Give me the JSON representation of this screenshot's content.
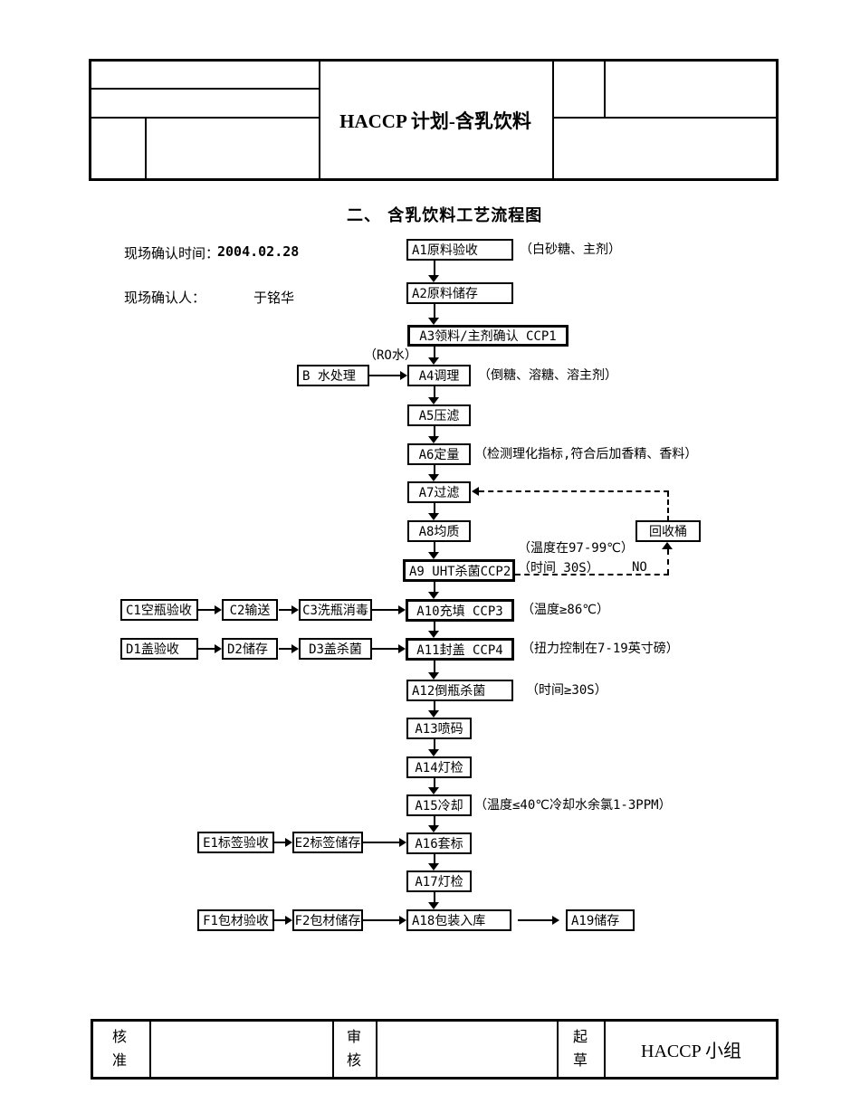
{
  "header": {
    "title": "HACCP 计划-含乳饮料"
  },
  "section": {
    "title": "二、 含乳饮料工艺流程图",
    "confirm_time_label": "现场确认时间：",
    "confirm_time_value": "2004.02.28",
    "confirm_person_label": "现场确认人：",
    "confirm_person_value": "于铭华"
  },
  "flow": {
    "a1": {
      "label": "A1原料验收",
      "note": "（白砂糖、主剂）"
    },
    "a2": {
      "label": "A2原料储存"
    },
    "a3": {
      "label": "A3领料/主剂确认 CCP1"
    },
    "b": {
      "label": "B 水处理",
      "note": "（RO水）"
    },
    "a4": {
      "label": "A4调理",
      "note": "（倒糖、溶糖、溶主剂）"
    },
    "a5": {
      "label": "A5压滤"
    },
    "a6": {
      "label": "A6定量",
      "note": "（检测理化指标,符合后加香精、香料）"
    },
    "a7": {
      "label": "A7过滤"
    },
    "a8": {
      "label": "A8均质"
    },
    "recycle": {
      "label": "回收桶"
    },
    "a9": {
      "label": "A9 UHT杀菌CCP2",
      "note_top": "（温度在97-99℃）",
      "note_bottom": "（时间 30S）",
      "no_label": "NO"
    },
    "a10": {
      "label": "A10充填 CCP3",
      "note": "（温度≥86℃）"
    },
    "a11": {
      "label": "A11封盖  CCP4",
      "note": "（扭力控制在7-19英寸磅）"
    },
    "a12": {
      "label": "A12倒瓶杀菌",
      "note": "（时间≥30S）"
    },
    "a13": {
      "label": "A13喷码"
    },
    "a14": {
      "label": "A14灯检"
    },
    "a15": {
      "label": "A15冷却",
      "note": "（温度≤40℃冷却水余氯1-3PPM）"
    },
    "a16": {
      "label": "A16套标"
    },
    "a17": {
      "label": "A17灯检"
    },
    "a18": {
      "label": "A18包装入库"
    },
    "a19": {
      "label": "A19储存"
    },
    "c1": {
      "label": "C1空瓶验收"
    },
    "c2": {
      "label": "C2输送"
    },
    "c3": {
      "label": "C3洗瓶消毒"
    },
    "d1": {
      "label": "D1盖验收"
    },
    "d2": {
      "label": "D2储存"
    },
    "d3": {
      "label": "D3盖杀菌"
    },
    "e1": {
      "label": "E1标签验收"
    },
    "e2": {
      "label": "E2标签储存"
    },
    "f1": {
      "label": "F1包材验收"
    },
    "f2": {
      "label": "F2包材储存"
    }
  },
  "footer": {
    "approve_label": "核准",
    "review_label": "审核",
    "draft_label": "起草",
    "team": "HACCP 小组"
  },
  "colors": {
    "ink": "#000000",
    "paper": "#ffffff"
  }
}
